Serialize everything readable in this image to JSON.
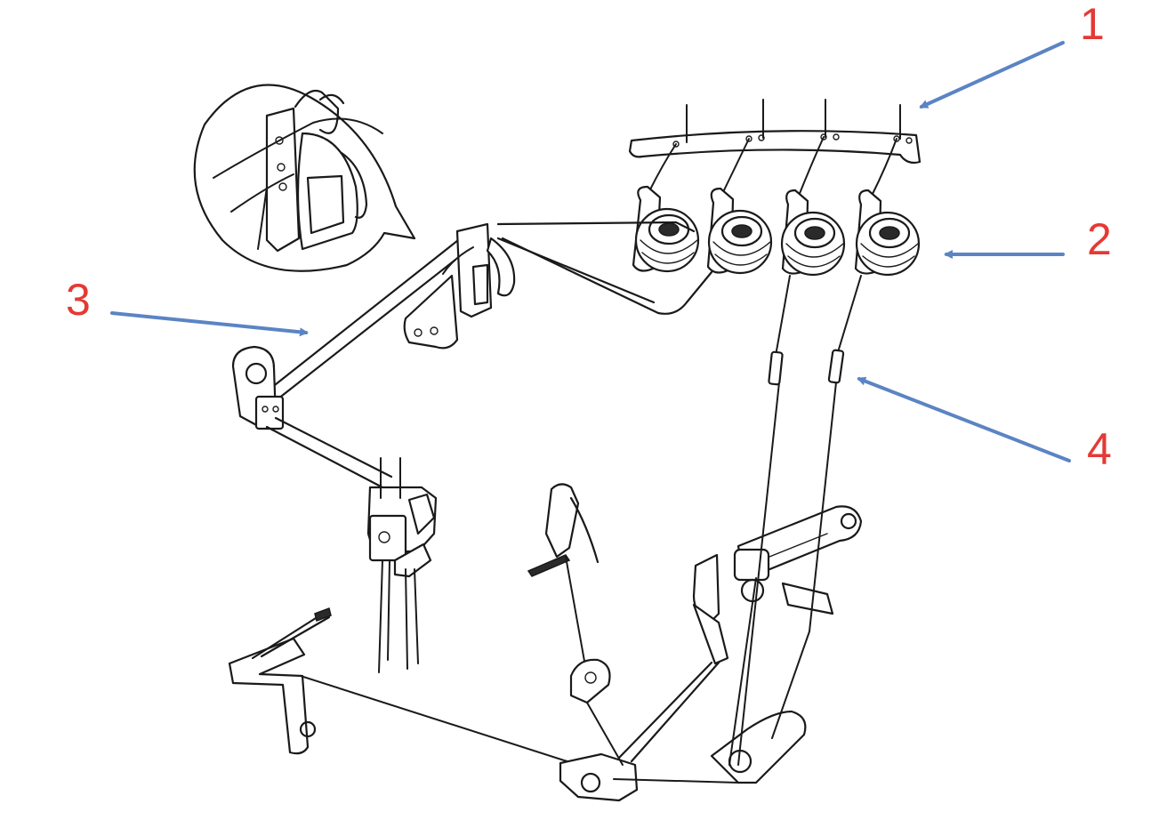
{
  "callouts": [
    {
      "id": "1",
      "label": "1"
    },
    {
      "id": "2",
      "label": "2"
    },
    {
      "id": "3",
      "label": "3"
    },
    {
      "id": "4",
      "label": "4"
    }
  ],
  "colors": {
    "callout_text": "#e53935",
    "arrow": "#5b84c4",
    "line_art": "#1a1a1a",
    "background": "#ffffff"
  },
  "icons": {
    "thread_guide_bar": "thread-guide-bar-icon",
    "tension_dial": "tension-dial-icon",
    "thread_guide_arm": "thread-guide-arm-icon",
    "thread_tube": "thread-tube-icon",
    "detail_magnifier": "detail-magnifier-icon"
  }
}
